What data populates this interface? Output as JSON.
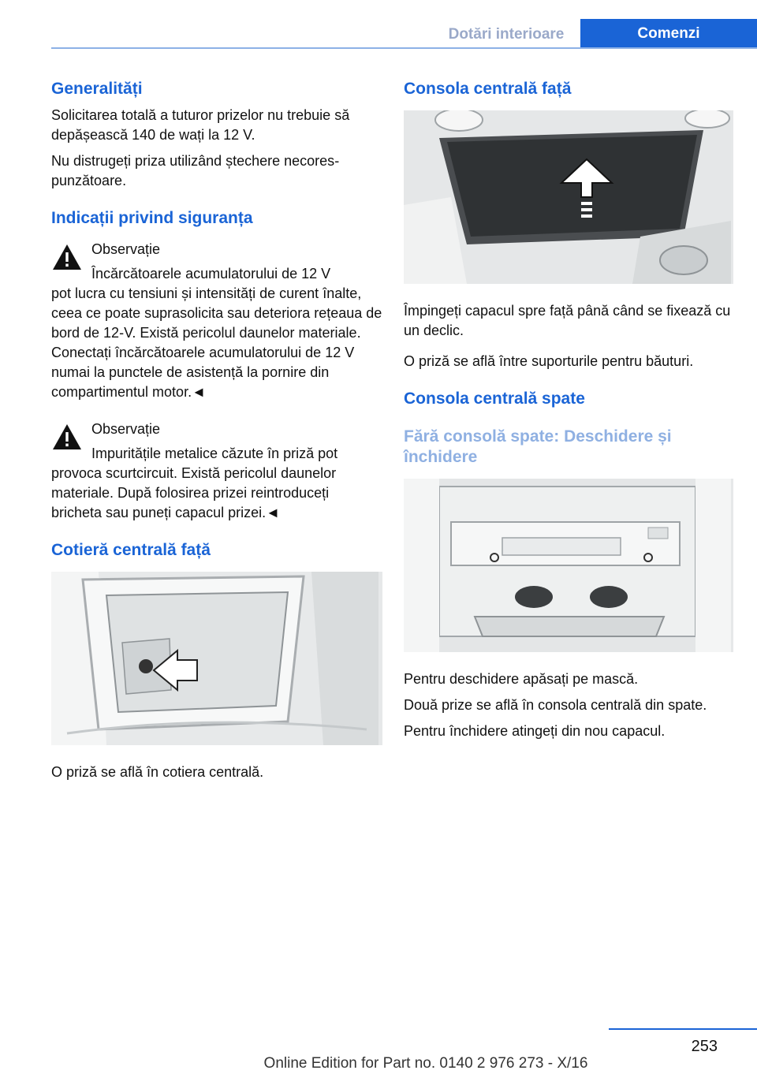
{
  "header": {
    "section": "Dotări interioare",
    "chapter": "Comenzi"
  },
  "left": {
    "h_general": "Generalități",
    "p_general_1": "Solicitarea totală a tuturor prizelor nu trebuie să depășească 140 de wați la 12 V.",
    "p_general_2": "Nu distrugeți priza utilizând ștechere necores­punzătoare.",
    "h_safety": "Indicații privind siguranța",
    "warn1_title": "Observație",
    "warn1_first": "Încărcătoarele acumulatorului de 12 V",
    "warn1_rest": "pot lucra cu tensiuni și intensități de curent înalte, ceea ce poate suprasolicita sau dete­riora rețeaua de bord de 12-V. Există pericolul daunelor materiale. Conectați încărcătoarele acumulatorului de 12 V numai la punctele de asistență la pornire din compartimentul mo­tor.◄",
    "warn2_title": "Observație",
    "warn2_first": "Impuritățile metalice căzute în priză pot",
    "warn2_rest": "provoca scurtcircuit. Există pericolul daunelor materiale. După folosirea prizei reintroduceți bricheta sau puneți capacul prizei.◄",
    "h_armrest": "Cotieră centrală față",
    "p_armrest": "O priză se află în cotiera centrală."
  },
  "right": {
    "h_front": "Consola centrală față",
    "p_front_1": "Împingeți capacul spre față până când se fi­xează cu un declic.",
    "p_front_2": "O priză se află între suporturile pentru băuturi.",
    "h_rear": "Consola centrală spate",
    "h_rear_sub": "Fără consolă spate: Deschidere și închidere",
    "p_rear_1": "Pentru deschidere apăsați pe mască.",
    "p_rear_2": "Două prize se află în consola centrală din spate.",
    "p_rear_3": "Pentru închidere atingeți din nou capacul."
  },
  "page_number": "253",
  "footer": "Online Edition for Part no. 0140 2 976 273 - X/16"
}
